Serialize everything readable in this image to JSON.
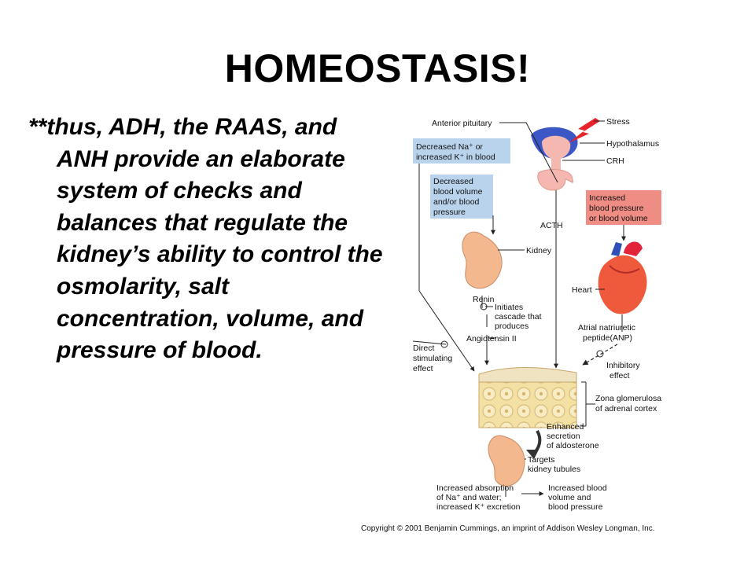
{
  "title": "HOMEOSTASIS!",
  "bullet_text": "**thus, ADH, the RAAS, and ANH provide an elaborate system of checks and balances that regulate the kidney’s ability to control the osmolarity, salt concentration, volume, and pressure of blood.",
  "figure": {
    "labels": {
      "anterior_pituitary": "Anterior pituitary",
      "stress": "Stress",
      "hypothalamus": "Hypothalamus",
      "crh": "CRH",
      "acth": "ACTH",
      "kidney": "Kidney",
      "renin": "Renin",
      "heart": "Heart",
      "direct_1": "Direct",
      "direct_2": "stimulating",
      "direct_3": "effect",
      "initiates_1": "Initiates",
      "initiates_2": "cascade that",
      "initiates_3": "produces",
      "angiotensin": "Angiotensin II",
      "anp_1": "Atrial natriuretic",
      "anp_2": "peptide(ANP)",
      "inhib_1": "Inhibitory",
      "inhib_2": "effect",
      "zona_1": "Zona glomerulosa",
      "zona_2": "of adrenal cortex",
      "enh_1": "Enhanced",
      "enh_2": "secretion",
      "enh_3": "of aldosterone",
      "targets_1": "Targets",
      "targets_2": "kidney tubules",
      "abs_1": "Increased absorption",
      "abs_2": "of Na⁺ and water;",
      "abs_3": "increased K⁺ excretion",
      "ibv_1": "Increased blood",
      "ibv_2": "volume and",
      "ibv_3": "blood pressure"
    },
    "boxes": {
      "na_k_1": "Decreased Na⁺ or",
      "na_k_2": "increased K⁺ in blood",
      "bv_1": "Decreased",
      "bv_2": "blood volume",
      "bv_3": "and/or blood",
      "bv_4": "pressure",
      "bp_1": "Increased",
      "bp_2": "blood pressure",
      "bp_3": "or blood volume"
    },
    "copyright": "Copyright © 2001 Benjamin Cummings, an imprint of Addison Wesley Longman, Inc."
  },
  "colors": {
    "blue_box": "#b9d3ec",
    "red_box": "#ef8d84",
    "adrenal": "#f2dfa2",
    "kidney": "#f4b88f",
    "pituitary": "#f4b8b0",
    "stress_bolt": "#e8232a"
  }
}
